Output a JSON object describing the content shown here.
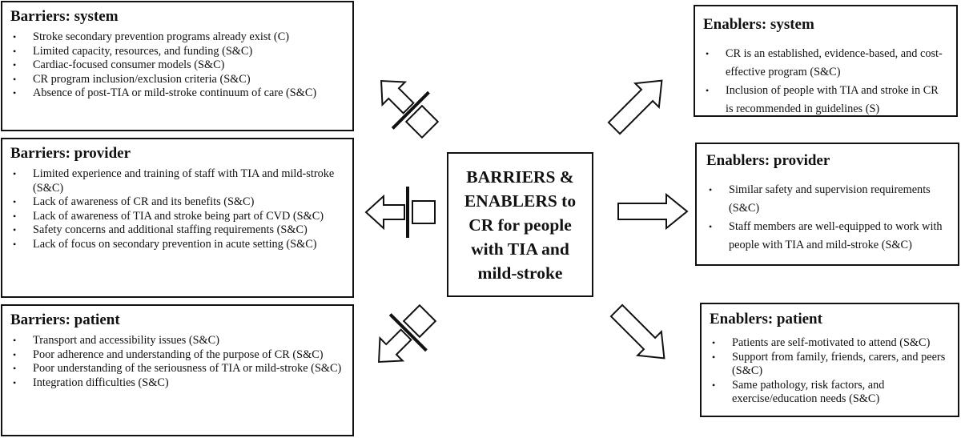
{
  "center": {
    "title": "BARRIERS & ENABLERS to CR for people with TIA and mild-stroke"
  },
  "barriers": {
    "system": {
      "title": "Barriers: system",
      "items": [
        "Stroke secondary prevention programs already exist (C)",
        "Limited capacity, resources, and funding (S&C)",
        "Cardiac-focused consumer models (S&C)",
        "CR program inclusion/exclusion criteria (S&C)",
        "Absence of post-TIA or mild-stroke continuum of care (S&C)"
      ]
    },
    "provider": {
      "title": "Barriers: provider",
      "items": [
        "Limited experience and training of staff with TIA and mild-stroke (S&C)",
        "Lack of awareness of CR and its benefits (S&C)",
        "Lack of awareness of TIA and stroke being part of CVD (S&C)",
        "Safety concerns and additional staffing requirements (S&C)",
        "Lack of focus on secondary prevention in acute setting (S&C)"
      ]
    },
    "patient": {
      "title": "Barriers: patient",
      "items": [
        "Transport and accessibility issues (S&C)",
        "Poor adherence and understanding of the purpose of CR (S&C)",
        "Poor understanding of the seriousness of TIA or mild-stroke (S&C)",
        "Integration difficulties (S&C)"
      ]
    }
  },
  "enablers": {
    "system": {
      "title": "Enablers: system",
      "items": [
        "CR is an established, evidence-based, and cost-effective program (S&C)",
        "Inclusion of people with TIA and stroke in CR is recommended in guidelines (S)"
      ]
    },
    "provider": {
      "title": "Enablers: provider",
      "items": [
        "Similar safety and supervision requirements (S&C)",
        "Staff members are well-equipped to work with people with TIA and mild-stroke (S&C)"
      ]
    },
    "patient": {
      "title": "Enablers: patient",
      "items": [
        "Patients are self-motivated to attend (S&C)",
        "Support from family, friends, carers, and peers (S&C)",
        "Same pathology, risk factors, and exercise/education needs (S&C)"
      ]
    }
  }
}
